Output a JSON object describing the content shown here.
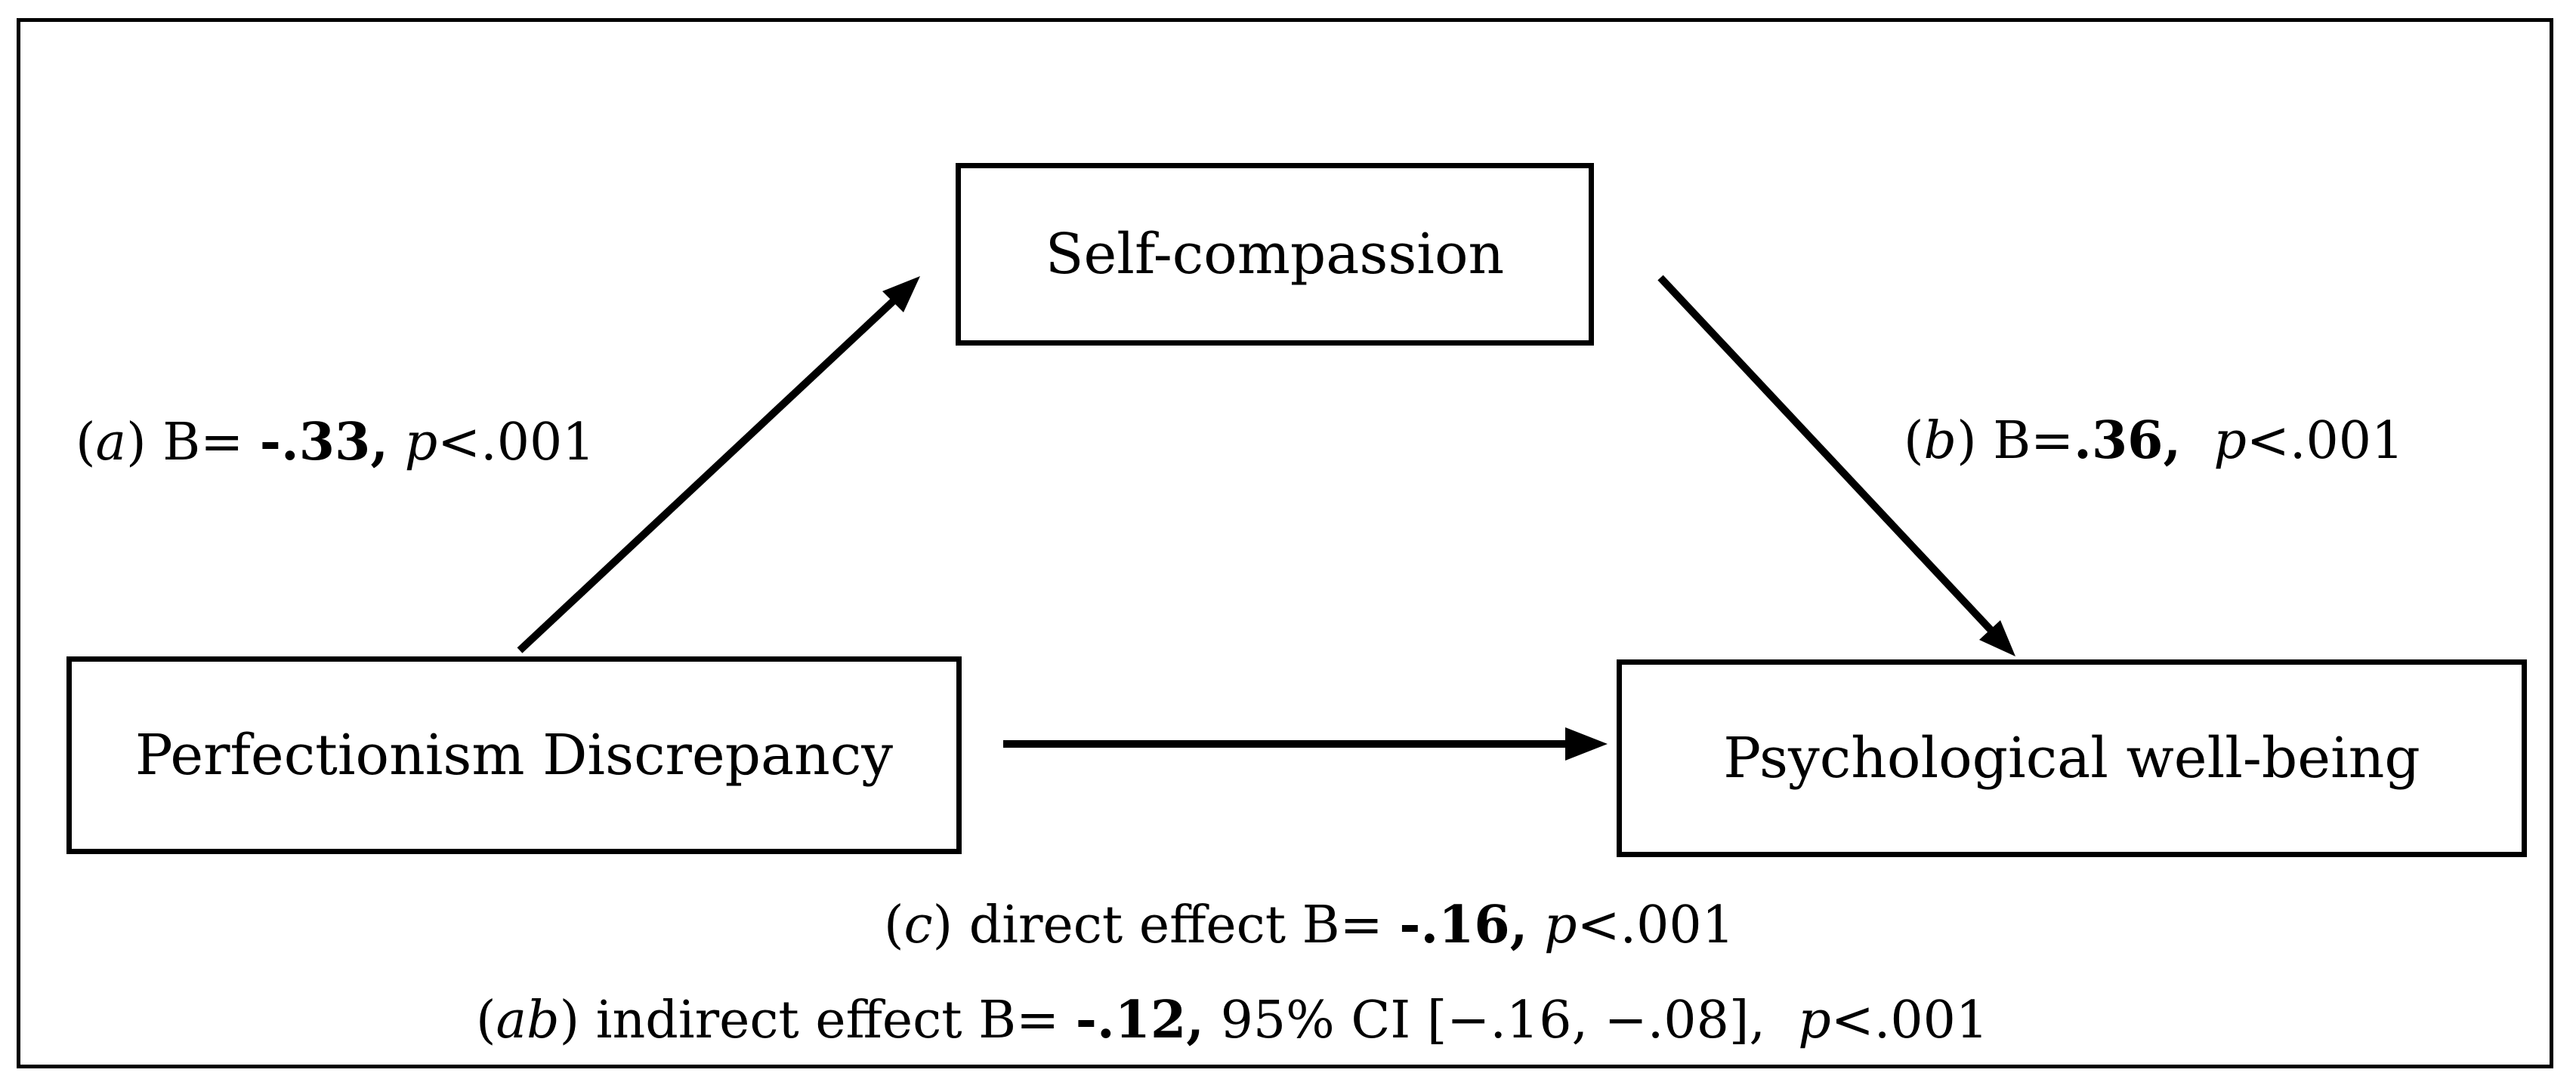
{
  "nodes": {
    "mediator": "Self-compassion",
    "predictor": "Perfectionism Discrepancy",
    "outcome": "Psychological well-being"
  },
  "paths": {
    "a": {
      "open": "(",
      "code": "a",
      "close": ") B=",
      "coef": "-.33,",
      "p_symbol": "p",
      "p_value": "<.001"
    },
    "b": {
      "open": "(",
      "code": "b",
      "close": ") B=",
      "coef": ".36,",
      "p_symbol": "p",
      "p_value": "<.001"
    },
    "c": {
      "open": "(",
      "code": "c",
      "close": ") direct effect  B=",
      "coef": "-.16,",
      "p_symbol": "p",
      "p_value": "<.001"
    },
    "ab": {
      "open": "(",
      "code": "ab",
      "close": ") indirect effect B=",
      "coef": "-.12,",
      "ci": "95% CI [−.16, −.08],",
      "p_symbol": "p",
      "p_value": "<.001"
    }
  }
}
